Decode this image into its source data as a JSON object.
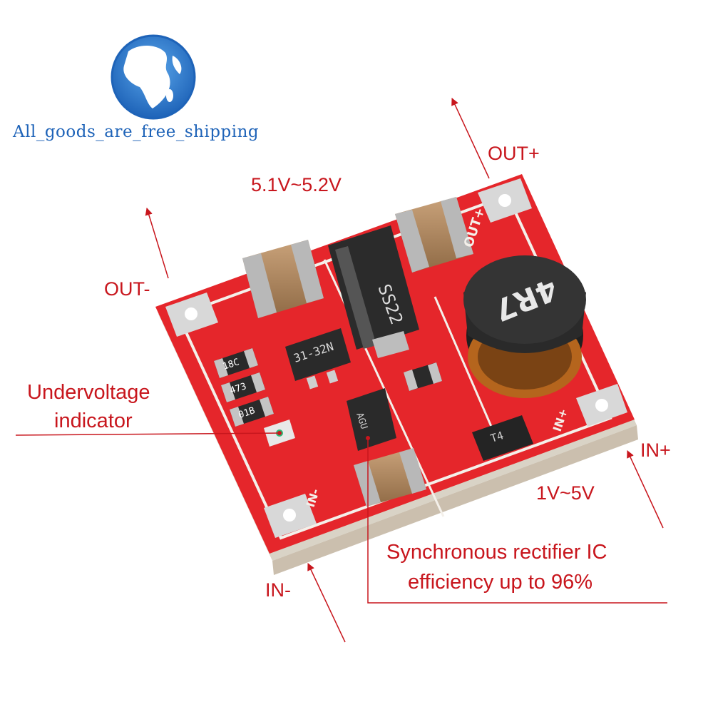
{
  "brand": {
    "logo": "globe-logo-icon",
    "name": "All_goods_are_free_shipping",
    "color": "#1e63b8"
  },
  "labels": {
    "out_plus": "OUT+",
    "out_minus": "OUT-",
    "output_voltage": "5.1V~5.2V",
    "in_plus": "IN+",
    "in_minus": "IN-",
    "input_voltage": "1V~5V",
    "undervoltage_line1": "Undervoltage",
    "undervoltage_line2": "indicator",
    "rectifier_line1": "Synchronous rectifier IC",
    "rectifier_line2": "efficiency up to 96%"
  },
  "board": {
    "silk_out_plus": "OUT+",
    "silk_in_plus": "IN+",
    "silk_in_minus": "IN-",
    "diode_marking": "SS22",
    "inductor_marking": "4R7",
    "ic_marking": "31-32N",
    "ic2_marking": "AGU",
    "transistor_marking": "T4",
    "resistor_1": "18C",
    "resistor_2": "473",
    "resistor_3": "01B"
  },
  "colors": {
    "annotation": "#c8161d",
    "pcb": "#e5262b",
    "globe": "#1e63b8"
  }
}
